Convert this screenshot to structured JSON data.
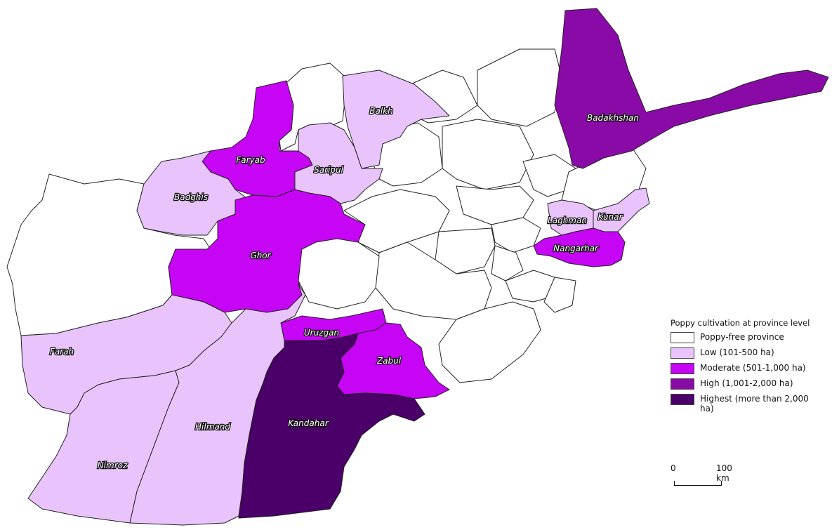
{
  "legend": {
    "title": "Poppy cultivation at province level",
    "classes": [
      {
        "label": "Poppy-free province",
        "color": "#ffffff"
      },
      {
        "label": "Low (101-500 ha)",
        "color": "#e9c3fb"
      },
      {
        "label": "Moderate (501-1,000 ha)",
        "color": "#c605f5"
      },
      {
        "label": "High (1,001-2,000 ha)",
        "color": "#8a0aa8"
      },
      {
        "label": "Highest (more than 2,000 ha)",
        "color": "#4a0068"
      }
    ]
  },
  "scale_bar": {
    "start_label": "0",
    "end_label": "100 km"
  },
  "provinces": {
    "badakhshan": {
      "label": "Badakhshan",
      "class": "High"
    },
    "balkh": {
      "label": "Balkh",
      "class": "Low"
    },
    "faryab": {
      "label": "Faryab",
      "class": "Moderate"
    },
    "saripul": {
      "label": "Saripul",
      "class": "Low"
    },
    "badghis": {
      "label": "Badghis",
      "class": "Low"
    },
    "ghor": {
      "label": "Ghor",
      "class": "Moderate"
    },
    "laghman": {
      "label": "Laghman",
      "class": "Low"
    },
    "kunar": {
      "label": "Kunar",
      "class": "Low"
    },
    "nangarhar": {
      "label": "Nangarhar",
      "class": "Moderate"
    },
    "uruzgan": {
      "label": "Uruzgan",
      "class": "Moderate"
    },
    "zabul": {
      "label": "Zabul",
      "class": "Moderate"
    },
    "farah": {
      "label": "Farah",
      "class": "Low"
    },
    "kandahar": {
      "label": "Kandahar",
      "class": "Highest"
    },
    "hilmand": {
      "label": "Hilmand",
      "class": "Low"
    },
    "nimroz": {
      "label": "Nimroz",
      "class": "Low"
    }
  }
}
